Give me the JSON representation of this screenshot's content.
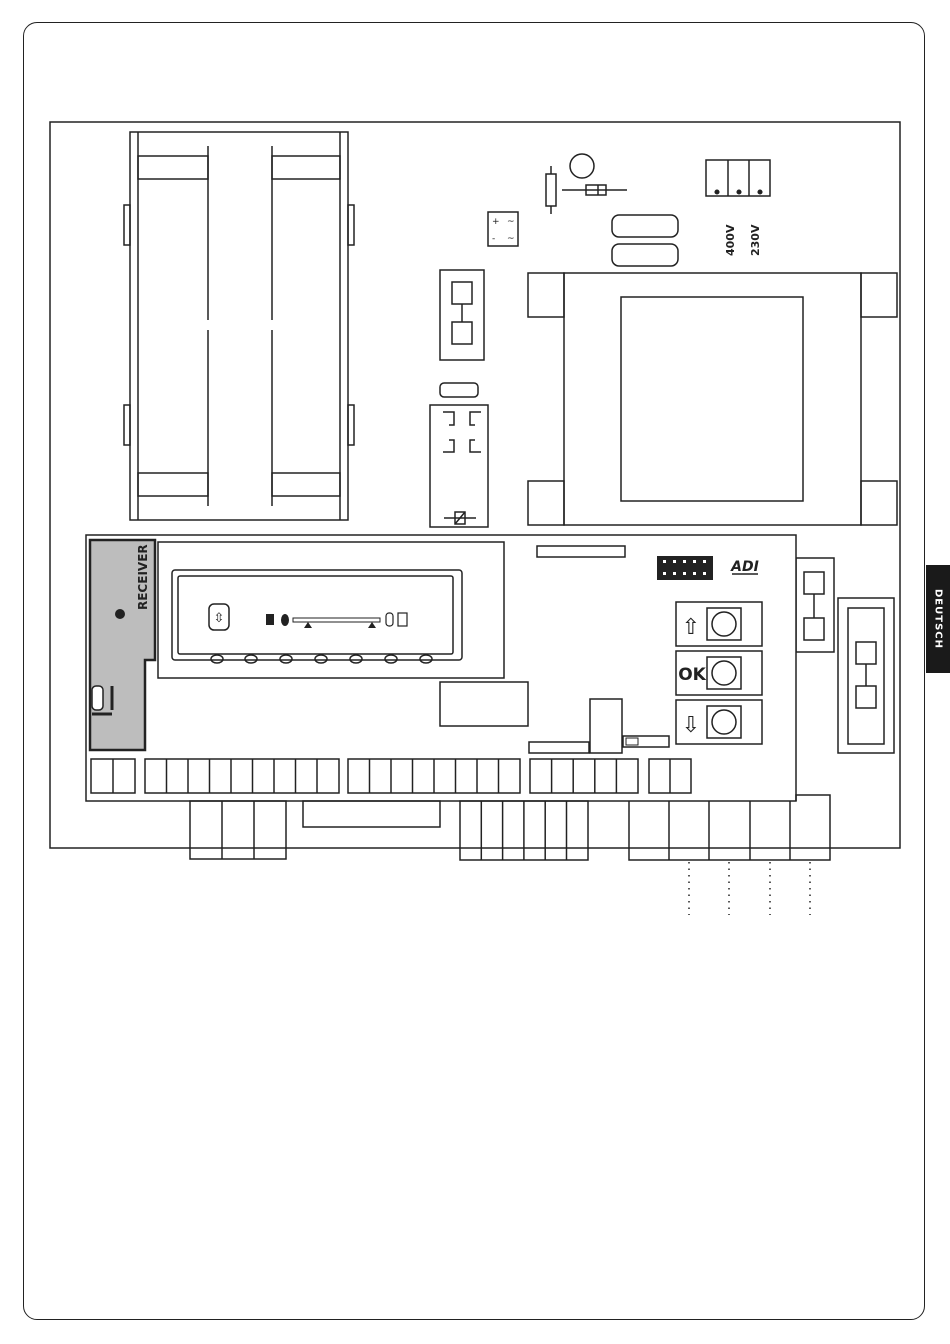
{
  "side_tab": {
    "label": "DEUTSCH"
  },
  "receiver_module": {
    "label": "RECEIVER"
  },
  "voltage_selector": {
    "label_400": "400V",
    "label_230": "230V"
  },
  "logo": {
    "text": "ADI"
  },
  "buttons": {
    "up_symbol": "⇧",
    "ok_label": "OK",
    "down_symbol": "⇩"
  },
  "display": {
    "mode_symbol": "⇳"
  },
  "colors": {
    "line": "#222222",
    "receiver_fill": "#bdbdbd",
    "tab_fill": "#1a1a1a"
  }
}
